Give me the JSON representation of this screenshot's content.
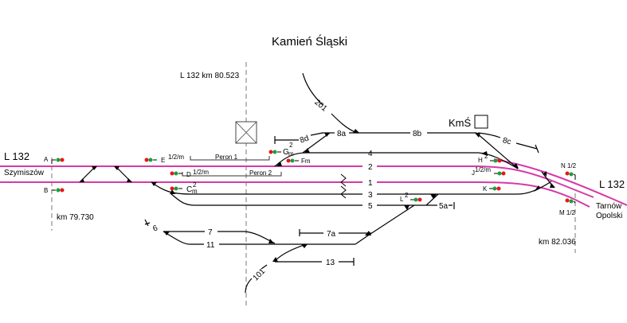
{
  "title": "Kamień Śląski",
  "line_left": "L 132",
  "line_right": "L 132",
  "station_left": "Szymiszów",
  "station_right_line1": "Tarnów",
  "station_right_line2": "Opolski",
  "km_center": "L 132  km  80.523",
  "km_left": "km 79.730",
  "km_right": "km 82.036",
  "signal_box": "KmŚ",
  "platforms": {
    "p1": "Peron 1",
    "p2": "Peron 2"
  },
  "tracks": {
    "t1": "1",
    "t2": "2",
    "t3": "3",
    "t4": "4",
    "t5": "5",
    "t5a": "5a",
    "t6": "6",
    "t7": "7",
    "t7a": "7a",
    "t8a": "8a",
    "t8b": "8b",
    "t8c": "8c",
    "t8d": "8d",
    "t11": "11",
    "t13": "13",
    "t101": "101",
    "t201": "201"
  },
  "signals": {
    "A": "A",
    "B": "B",
    "E": "E",
    "E_sup": "1/2/m",
    "D": "D",
    "D_sup": "1/2/m",
    "C": "C",
    "C_sup": "2",
    "C_sub": "m",
    "G": "G",
    "G_sup": "2",
    "G_sub": "m",
    "F": "Fm",
    "H": "H",
    "H_sup": "2",
    "J": "J",
    "J_sup": "1/2/m",
    "K": "K",
    "L": "L",
    "L_sup": "2",
    "N": "N 1/2",
    "M": "M 1/2"
  },
  "colors": {
    "main_line": "#d63aa6",
    "signal_red": "#e8161b",
    "signal_green": "#1b9e3a"
  }
}
